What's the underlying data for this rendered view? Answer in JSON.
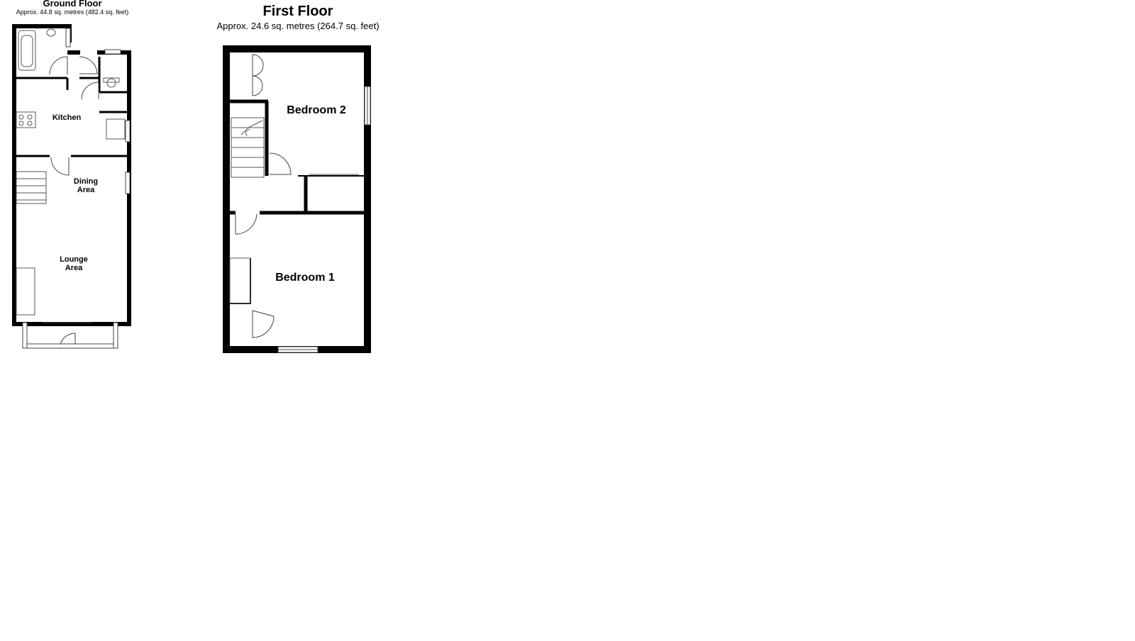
{
  "ground_floor": {
    "title": "Ground Floor",
    "area": "Approx.  44.8 sq. metres (482.4 sq. feet)",
    "rooms": {
      "kitchen": "Kitchen",
      "dining_1": "Dining",
      "dining_2": "Area",
      "lounge_1": "Lounge",
      "lounge_2": "Area"
    }
  },
  "first_floor": {
    "title": "First Floor",
    "area": "Approx.  24.6 sq. metres (264.7 sq. feet)",
    "rooms": {
      "bedroom_2": "Bedroom 2",
      "bedroom_1": "Bedroom 1"
    }
  },
  "colors": {
    "wall": "#000000",
    "background": "#ffffff",
    "fixture": "#555555"
  }
}
